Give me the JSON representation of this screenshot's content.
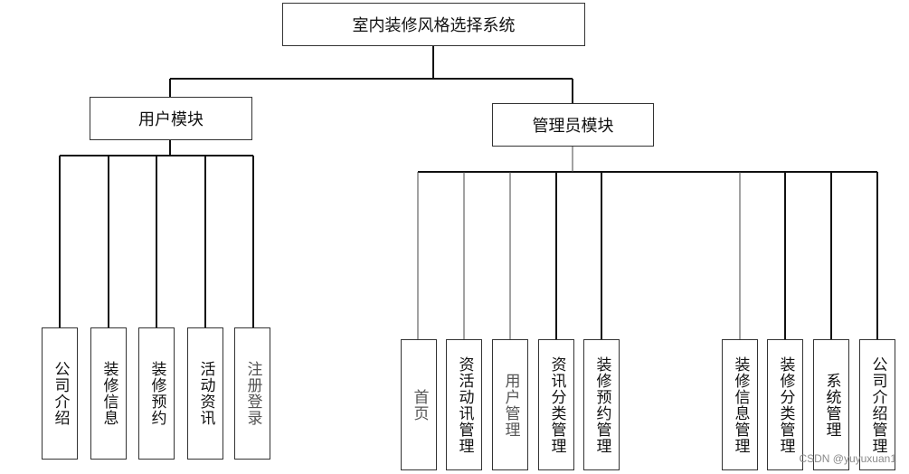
{
  "root": {
    "label": "室内装修风格选择系统"
  },
  "modules": [
    {
      "label": "用户模块",
      "children": [
        "公司介绍",
        "装修信息",
        "装修预约",
        "活动资讯",
        "注册登录"
      ]
    },
    {
      "label": "管理员模块",
      "children": [
        "首页",
        "资活动讯管理",
        "用户管理",
        "资讯分类管理",
        "装修预约管理",
        "装修信息管理",
        "装修分类管理",
        "系统管理",
        "公司介绍管理"
      ]
    }
  ],
  "watermark": "CSDN @yuyuxuan1"
}
